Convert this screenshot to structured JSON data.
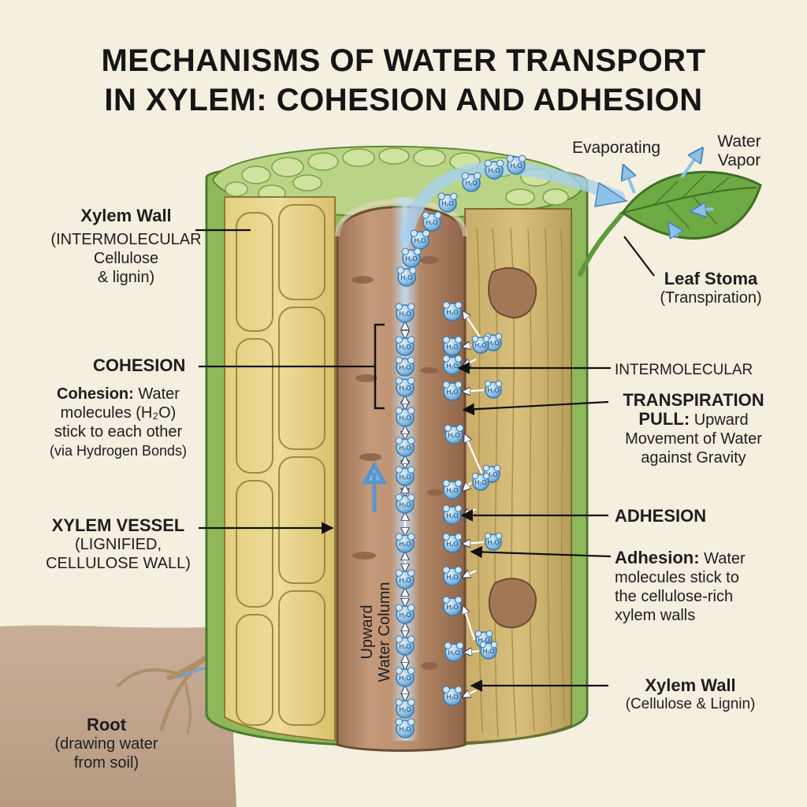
{
  "title": {
    "line1": "MECHANISMS OF WATER TRANSPORT",
    "line2": "IN XYLEM: COHESION AND ADHESION"
  },
  "labels": {
    "xylem_wall_left": {
      "heading": "Xylem Wall",
      "line1": "(INTERMOLECULAR",
      "line2": "Cellulose",
      "line3": "& lignin)"
    },
    "cohesion_heading": "COHESION",
    "cohesion_desc": {
      "term": "Cohesion:",
      "line1_rest": " Water",
      "line2": "molecules (H₂O)",
      "line3": "stick to each other",
      "line4": "(via Hydrogen Bonds)"
    },
    "xylem_vessel": {
      "heading": "XYLEM VESSEL",
      "line1": "(LIGNIFIED,",
      "line2": "CELLULOSE WALL)"
    },
    "root": {
      "heading": "Root",
      "line1": "(drawing water",
      "line2": "from soil)"
    },
    "evaporating": "Evaporating",
    "water_vapor": {
      "line1": "Water",
      "line2": "Vapor"
    },
    "leaf_stoma": {
      "heading": "Leaf Stoma",
      "line1": "(Transpiration)"
    },
    "intermolecular_right": "INTERMOLECULAR",
    "transpiration_pull": {
      "heading1": "TRANSPIRATION",
      "heading2": "PULL:",
      "line2_rest": " Upward",
      "line3": "Movement of Water",
      "line4": "against Gravity"
    },
    "adhesion_heading": "ADHESION",
    "adhesion_desc": {
      "term": "Adhesion:",
      "line1_rest": " Water",
      "line2": "molecules stick to",
      "line3": "the cellulose-rich",
      "line4": "xylem walls"
    },
    "xylem_wall_right": {
      "heading": "Xylem Wall",
      "line1": "(Cellulose & Lignin)"
    },
    "water_column": {
      "line1": "Upward",
      "line2": "Water Column"
    },
    "molecule_label": "H₂O"
  },
  "colors": {
    "background": "#f5efdf",
    "outer_green": "#8fb85a",
    "wall_yellow": "#e6d48c",
    "vessel_brown": "#b98e6f",
    "water_blue": "#8ec2ea",
    "leaf_green": "#5e9a3a"
  }
}
